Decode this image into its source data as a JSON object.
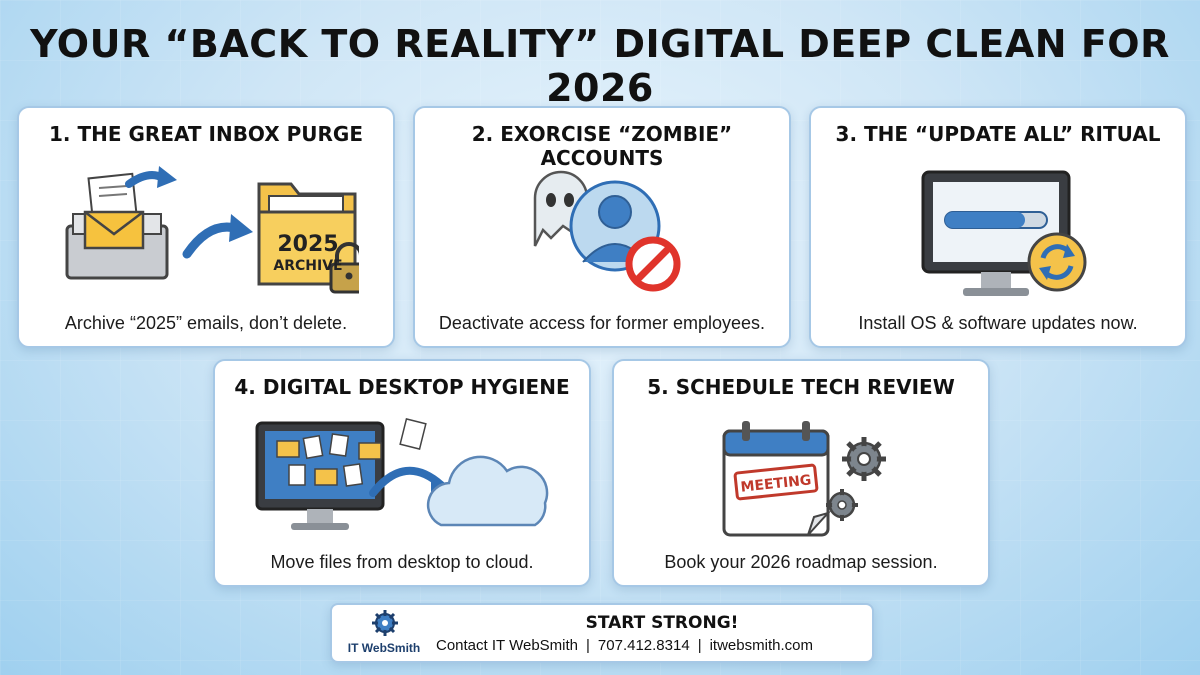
{
  "title": "YOUR “BACK TO REALITY” DIGITAL DEEP CLEAN FOR 2026",
  "cards": [
    {
      "title": "1. THE GREAT INBOX PURGE",
      "caption": "Archive “2025” emails, don’t delete.",
      "folder_year": "2025",
      "folder_label": "ARCHIVE",
      "icon": "inbox-archive-icon"
    },
    {
      "title": "2. EXORCISE “ZOMBIE” ACCOUNTS",
      "caption": "Deactivate access for former employees.",
      "icon": "ghost-user-blocked-icon"
    },
    {
      "title": "3. THE “UPDATE ALL” RITUAL",
      "caption": "Install OS & software updates now.",
      "icon": "monitor-update-icon"
    },
    {
      "title": "4. DIGITAL DESKTOP HYGIENE",
      "caption": "Move files from desktop to cloud.",
      "icon": "desktop-to-cloud-icon"
    },
    {
      "title": "5. SCHEDULE TECH REVIEW",
      "caption": "Book your 2026 roadmap session.",
      "calendar_stamp": "MEETING",
      "icon": "calendar-gears-icon"
    }
  ],
  "footer": {
    "headline": "START STRONG!",
    "contact_label": "Contact IT WebSmith",
    "phone": "707.412.8314",
    "website": "itwebsmith.com",
    "brand_it": "IT",
    "brand_name": "WebSmith"
  },
  "colors": {
    "accent_blue": "#2f6eb5",
    "folder_yellow": "#f4c24a",
    "block_red": "#e0342b",
    "card_border": "#a6c8e6"
  }
}
